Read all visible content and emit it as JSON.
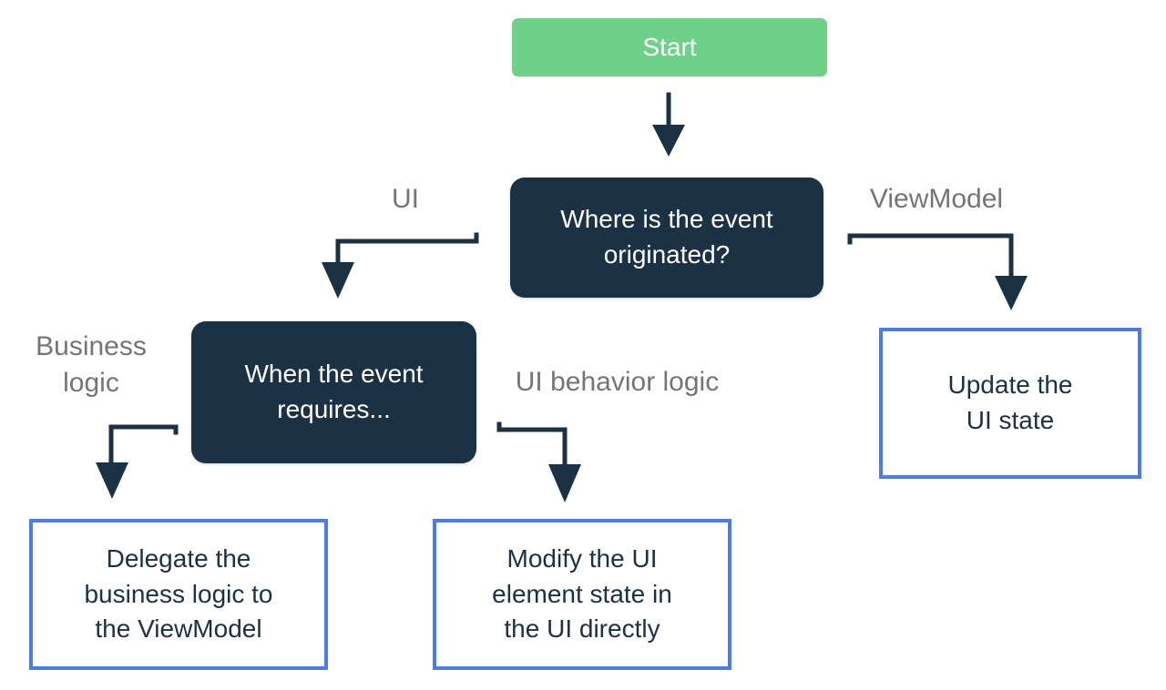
{
  "colors": {
    "green": "#6FD087",
    "navy": "#1B3244",
    "blue": "#4A7DE8",
    "gray": "#757575",
    "bg": "#FFFFFF"
  },
  "diagram": {
    "nodes": {
      "start": {
        "label": "Start"
      },
      "question": {
        "label": "Where is the event\noriginated?"
      },
      "decision": {
        "label": "When the event\nrequires..."
      },
      "outcome_delegate": {
        "label": "Delegate the\nbusiness logic to\nthe ViewModel"
      },
      "outcome_modify": {
        "label": "Modify the UI\nelement state in\nthe UI directly"
      },
      "outcome_update": {
        "label": "Update the\nUI state"
      }
    },
    "branch_labels": {
      "ui": "UI",
      "viewmodel": "ViewModel",
      "business_logic": "Business\nlogic",
      "ui_behavior_logic": "UI behavior logic"
    }
  }
}
